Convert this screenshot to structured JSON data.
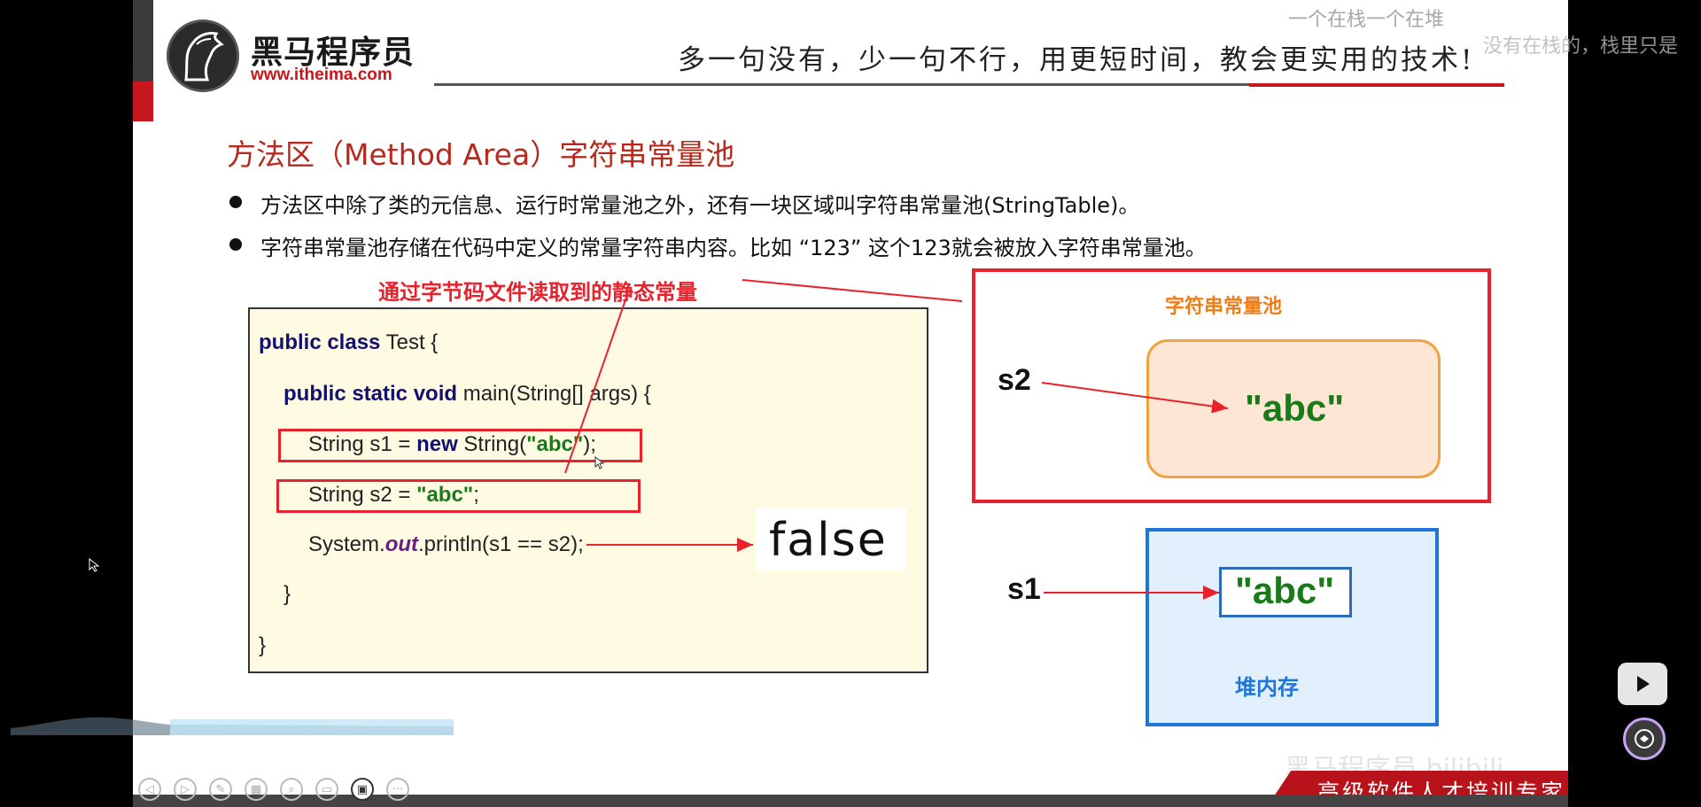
{
  "brand": {
    "name": "黑马程序员",
    "url": "www.itheima.com",
    "slogan": "多一句没有，少一句不行，用更短时间，教会更实用的技术!"
  },
  "slide": {
    "title": "方法区（Method Area）字符串常量池",
    "bullets": [
      "方法区中除了类的元信息、运行时常量池之外，还有一块区域叫字符串常量池(StringTable)。",
      "字符串常量池存储在代码中定义的常量字符串内容。比如 “123”  这个123就会被放入字符串常量池。"
    ],
    "annotation": "通过字节码文件读取到的静态常量",
    "code": {
      "line1_kw": "public class",
      "line1_rest": " Test {",
      "line2_kw": "public static void",
      "line2_rest": " main(String[] args) {",
      "line3_pre": "String s1 = ",
      "line3_kw": "new",
      "line3_mid": " String(",
      "line3_str": "\"abc\"",
      "line3_end": ");",
      "line4_pre": "String s2 = ",
      "line4_str": "\"abc\"",
      "line4_end": ";",
      "line5_pre": "System.",
      "line5_out": "out",
      "line5_end": ".println(s1 == s2);",
      "line6": "}",
      "line7": "}"
    },
    "result": "false",
    "pool": {
      "label": "字符串常量池",
      "value": "\"abc\"",
      "var": "s2"
    },
    "heap": {
      "label": "堆内存",
      "value": "\"abc\"",
      "var": "s1"
    },
    "footer": "高级软件人才培训专家",
    "footer_watermark": "黑马程序员 bilibili"
  },
  "danmaku": [
    "一个在栈一个在堆",
    "没有在栈的，栈里只是"
  ],
  "player": {
    "controls": [
      "prev-icon",
      "next-icon",
      "pen-icon",
      "slides-icon",
      "zoom-icon",
      "subtitle-icon",
      "camera-icon",
      "more-icon"
    ]
  },
  "colors": {
    "accent_red": "#e8222c",
    "title_red": "#b52a1e",
    "string_green": "#1a7a1a",
    "keyword_navy": "#13116e",
    "pool_orange": "#f07c18",
    "heap_blue": "#1e76d8"
  }
}
